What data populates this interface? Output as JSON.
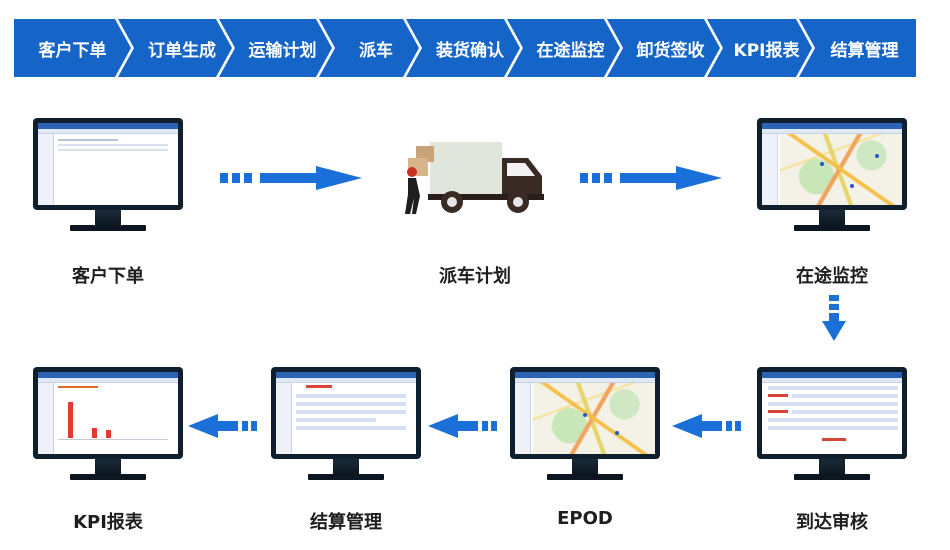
{
  "process_bar": {
    "steps": [
      "客户下单",
      "订单生成",
      "运输计划",
      "派车",
      "装货确认",
      "在途监控",
      "卸货签收",
      "KPI报表",
      "结算管理"
    ]
  },
  "flow": {
    "top_row": [
      "客户下单",
      "派车计划",
      "在途监控"
    ],
    "bottom_row": [
      "KPI报表",
      "结算管理",
      "EPOD",
      "到达审核"
    ]
  },
  "colors": {
    "process_blue": "#1565c9",
    "arrow_blue": "#1a6fd8",
    "monitor_black": "#0f1f2e",
    "kpi_bar_red": "#e33a2f"
  },
  "icons": [
    "monitor-icon",
    "delivery-truck-icon",
    "dashed-arrow-right-icon",
    "dashed-arrow-down-icon",
    "dashed-arrow-left-icon"
  ]
}
